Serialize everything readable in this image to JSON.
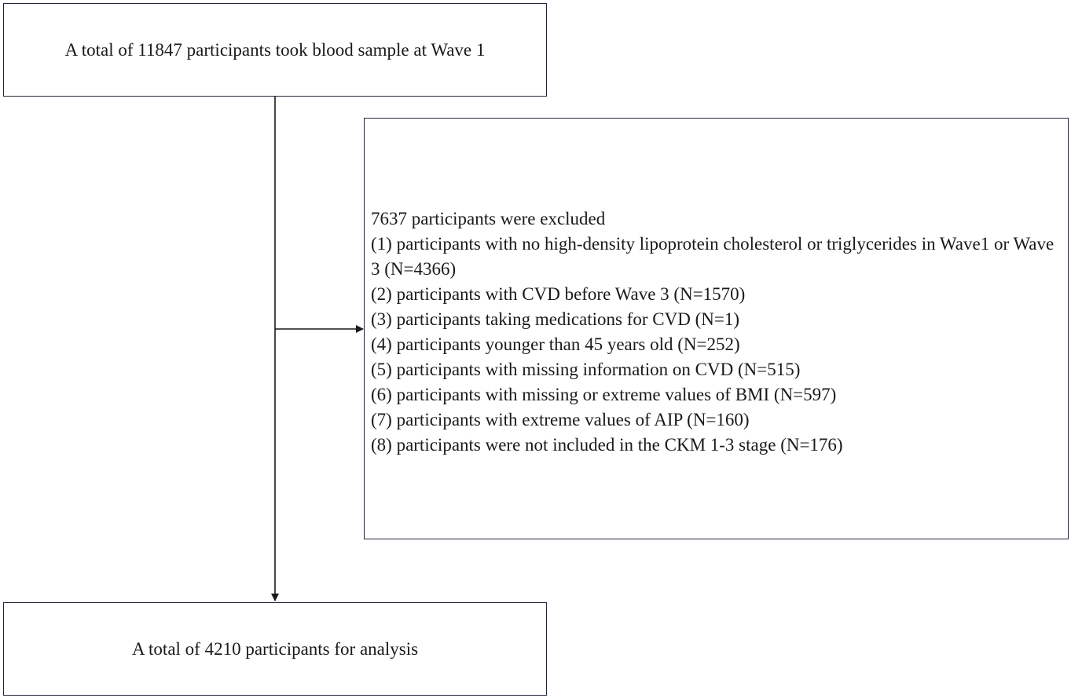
{
  "flowchart": {
    "top_box": {
      "text": "A total of 11847 participants took blood sample at Wave 1"
    },
    "exclusion_box": {
      "heading": "7637 participants were excluded",
      "criteria": [
        "(1) participants with no high-density lipoprotein cholesterol or triglycerides in Wave1 or Wave 3 (N=4366)",
        "(2) participants with CVD before Wave 3 (N=1570)",
        "(3) participants taking medications for CVD (N=1)",
        "(4) participants younger than 45 years old (N=252)",
        "(5) participants with missing information on CVD (N=515)",
        "(6) participants with missing or extreme values of BMI (N=597)",
        "(7) participants with extreme values of AIP (N=160)",
        "(8) participants were not included in the CKM 1-3 stage (N=176)"
      ]
    },
    "bottom_box": {
      "text": "A total of 4210 participants for analysis"
    },
    "colors": {
      "border": "#222a3a",
      "arrow": "#1a1a1a",
      "text": "#1a1a1a"
    }
  }
}
